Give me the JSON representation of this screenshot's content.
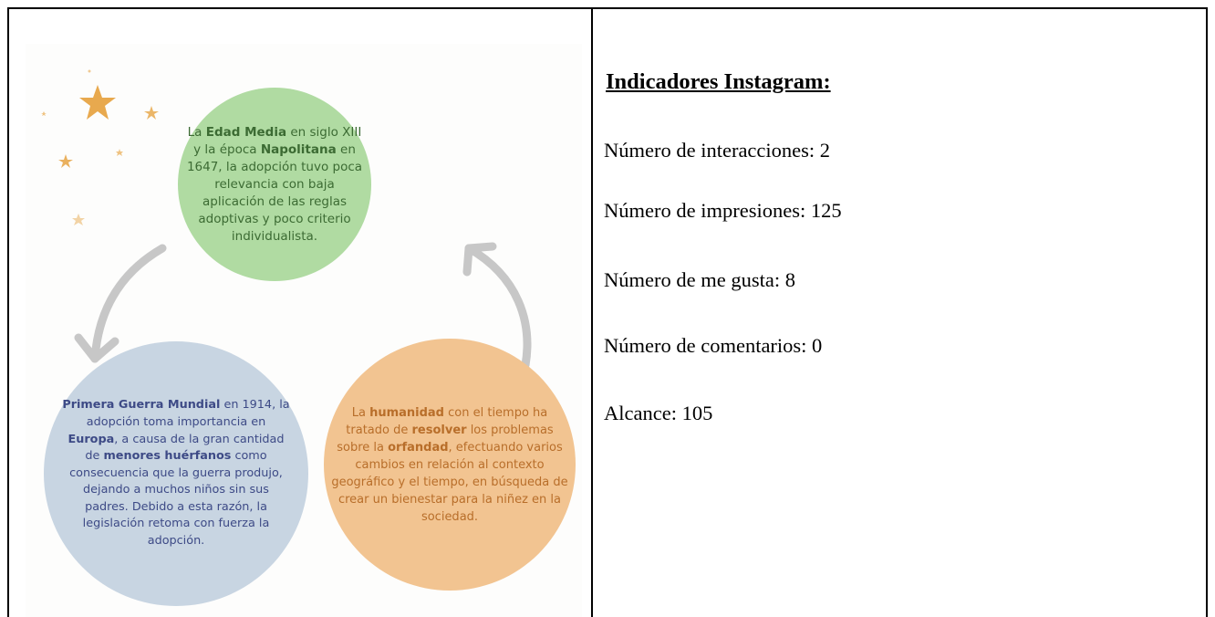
{
  "infographic": {
    "green_circle": [
      "La ",
      "Edad Media",
      " en siglo XIII y la época ",
      "Napolitana",
      " en 1647, la adopción tuvo poca relevancia con baja aplicación de las reglas adoptivas y poco criterio individualista."
    ],
    "blue_circle": [
      "Primera Guerra Mundial",
      " en 1914, la adopción toma importancia en ",
      "Europa",
      ", a causa de la gran cantidad de ",
      "menores huérfanos",
      " como consecuencia que la guerra produjo, dejando a muchos niños sin sus padres. Debido a esta razón, la legislación retoma con fuerza la adopción."
    ],
    "orange_circle": [
      "La ",
      "humanidad",
      " con el tiempo ha tratado de ",
      "resolver",
      " los problemas sobre la ",
      "orfandad",
      ", efectuando varios cambios en relación al contexto geográfico y el tiempo, en búsqueda de crear un bienestar para la niñez en la sociedad."
    ],
    "colors": {
      "green": "#b0dba2",
      "blue": "#c8d5e2",
      "orange": "#f2c491",
      "star": "#e8a94e",
      "arrow": "#c7c7c7"
    }
  },
  "indicators": {
    "heading": "Indicadores Instagram:",
    "items": [
      "Número de interacciones: 2",
      "Número de impresiones: 125",
      "Número de me gusta: 8",
      "Número de comentarios: 0",
      "Alcance: 105"
    ]
  }
}
